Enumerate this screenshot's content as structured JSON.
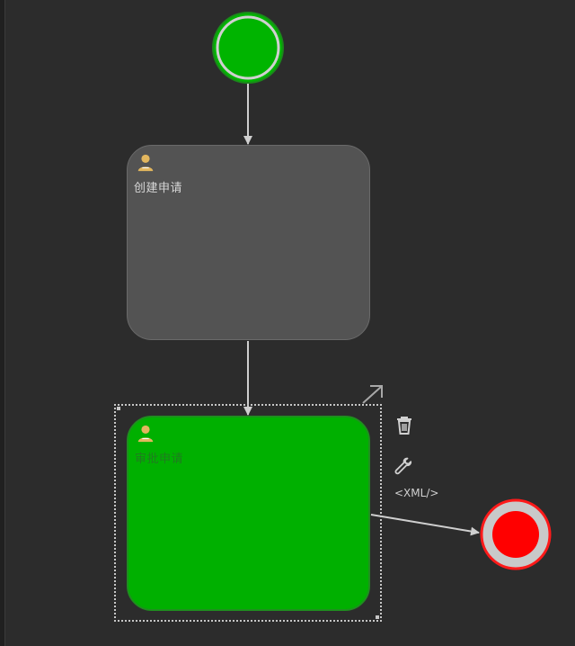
{
  "diagram": {
    "tasks": [
      {
        "label": "创建申请",
        "state": "normal"
      },
      {
        "label": "审批申请",
        "state": "active"
      }
    ],
    "context_pad": {
      "xml_label": "<XML/>",
      "icons": [
        "trash-icon",
        "wrench-icon",
        "resize-arrow-icon"
      ]
    },
    "events": {
      "start": {
        "fill": "#00b400",
        "stroke": "#cfcfcf"
      },
      "end": {
        "fill": "#ff0000",
        "stroke": "#c8c8c8"
      }
    },
    "colors": {
      "background": "#2c2c2c",
      "task_default": "#535353",
      "task_active": "#00b000",
      "user_icon": "#e2b65e",
      "connector": "#cfcfcf"
    }
  }
}
